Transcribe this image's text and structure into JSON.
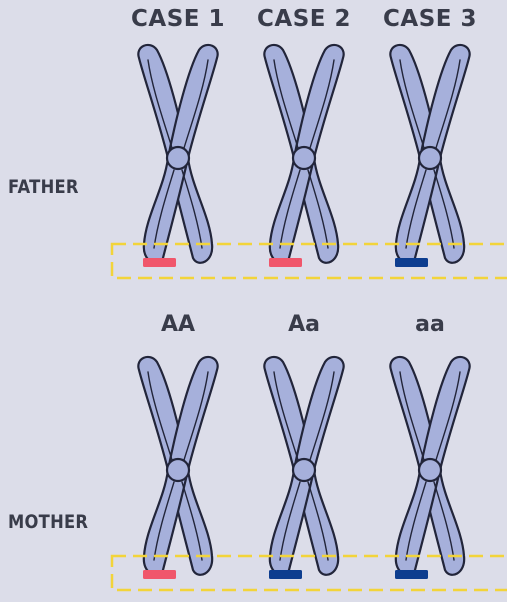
{
  "cases": [
    {
      "label": "CASE 1",
      "genotype": "AA"
    },
    {
      "label": "CASE 2",
      "genotype": "Aa"
    },
    {
      "label": "CASE 3",
      "genotype": "aa"
    }
  ],
  "rows": [
    {
      "label": "FATHER",
      "alleles": [
        "A",
        "A",
        "a"
      ]
    },
    {
      "label": "MOTHER",
      "alleles": [
        "A",
        "a",
        "a"
      ]
    }
  ],
  "colors": {
    "background": "#dcdde9",
    "chromosome_fill": "#a6b0db",
    "chromosome_outline": "#22253a",
    "dominant_allele": "#f0566b",
    "recessive_allele": "#0d3d8f",
    "highlight_box": "#f2d43a",
    "text": "#393c4a"
  }
}
